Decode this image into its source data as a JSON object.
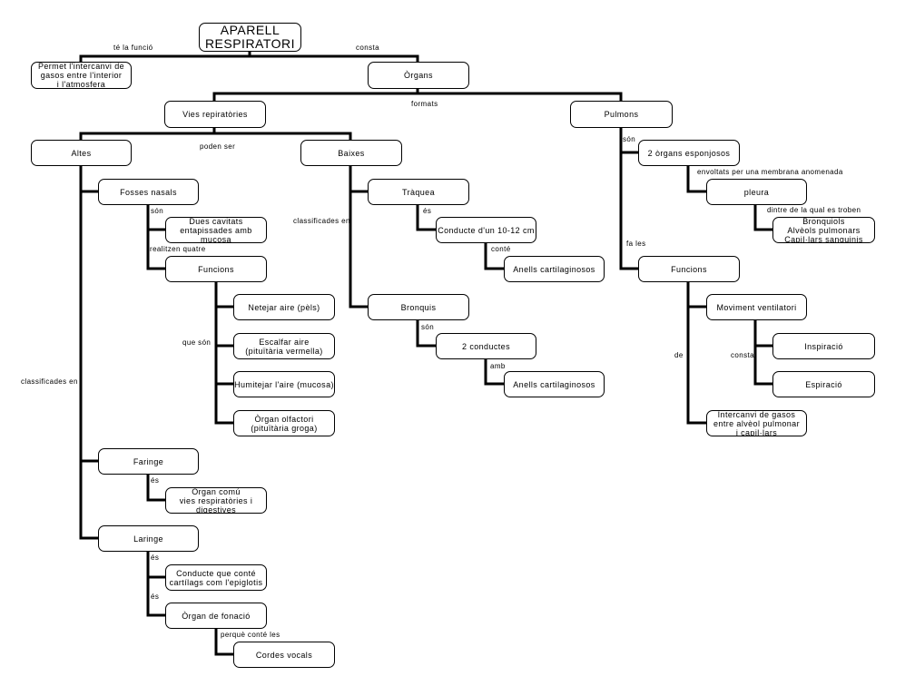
{
  "nodes": {
    "root": "APARELL\nRESPIRATORI",
    "funcio": "Permet l'intercanvi de\ngasos entre l'interior\ni l'atmosfera",
    "organs": "Òrgans",
    "vies": "Vies repiratòries",
    "pulmons": "Pulmons",
    "altes": "Altes",
    "baixes": "Baixes",
    "esponjosos": "2 òrgans esponjosos",
    "fosses": "Fosses nasals",
    "traquea": "Tràquea",
    "pleura": "pleura",
    "cavitats": "Dues cavitats\nentapissades amb mucosa",
    "conducte_traquea": "Conducte d'un 10-12 cm",
    "bronquiols": "Bronquiols\nAlvèols pulmonars\nCapil·lars sanguinis",
    "funcions_fosses": "Funcions",
    "anells_traquea": "Anells cartilaginosos",
    "funcions_pulmons": "Funcions",
    "netejar": "Netejar aire (pèls)",
    "bronquis": "Bronquis",
    "moviment": "Moviment ventilatori",
    "escalfar": "Escalfar aire\n(pituïtària vermella)",
    "conductes": "2 conductes",
    "inspiracio": "Inspiració",
    "humitejar": "Humitejar l'aire (mucosa)",
    "anells_bronquis": "Anells cartilaginosos",
    "espiracio": "Espiració",
    "olfactori": "Òrgan olfactori\n(pituïtària groga)",
    "intercanvi": "Intercanvi de gasos\nentre alvèol pulmonar\ni capil·lars",
    "faringe": "Faringe",
    "organ_comu": "Òrgan comú\nvies respiratòries i digestives",
    "laringe": "Laringe",
    "conducte_cartilegs": "Conducte que conté\ncartílags com l'epiglotis",
    "fonacio": "Òrgan de fonació",
    "cordes": "Cordes vocals"
  },
  "links": {
    "te_funcio": "té la funció",
    "consta": "consta",
    "formats": "formats",
    "poden_ser": "poden ser",
    "son_fosses": "són",
    "realitzen": "realitzen quatre",
    "classificades_baixes": "classificades en",
    "es_traquea": "és",
    "conte": "conté",
    "que_son": "que són",
    "son_bronquis": "són",
    "amb": "amb",
    "classificades_altes": "classificades en",
    "son_pulmons": "són",
    "envoltats": "envoltats per una membrana anomenada",
    "dintre": "dintre de la qual es troben",
    "fa_les": "fa les",
    "de": "de",
    "consta_moviment": "consta",
    "es_faringe": "és",
    "es_laringe1": "és",
    "es_laringe2": "és",
    "perque": "perquè conté les"
  },
  "colors": {
    "line": "#000000",
    "box_border": "#000000",
    "background": "#ffffff"
  }
}
